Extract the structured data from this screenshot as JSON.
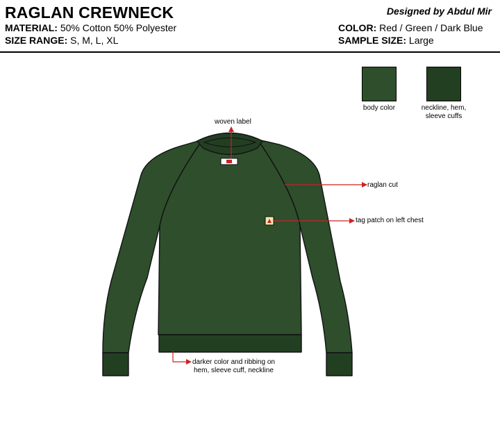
{
  "header": {
    "title": "RAGLAN CREWNECK",
    "material_label": "MATERIAL:",
    "material_value": "50% Cotton 50% Polyester",
    "size_label": "SIZE RANGE:",
    "size_value": "S, M, L, XL",
    "designer": "Designed by Abdul Mir",
    "color_label": "COLOR:",
    "color_value": "Red / Green / Dark Blue",
    "sample_label": "SAMPLE SIZE:",
    "sample_value": "Large"
  },
  "swatches": [
    {
      "caption_line1": "body color",
      "caption_line2": "",
      "color": "#2e4e2c"
    },
    {
      "caption_line1": "neckline, hem,",
      "caption_line2": "sleeve cuffs",
      "color": "#233f22"
    }
  ],
  "callouts": {
    "woven_label": "woven label",
    "raglan_cut": "raglan cut",
    "tag_patch": "tag patch on left chest",
    "ribbing_line1": "darker color and ribbing on",
    "ribbing_line2": "hem, sleeve cuff, neckline"
  },
  "colors": {
    "body": "#2e4e2c",
    "ribbing": "#233f22",
    "arrow": "#cc2222",
    "outline": "#111111"
  }
}
